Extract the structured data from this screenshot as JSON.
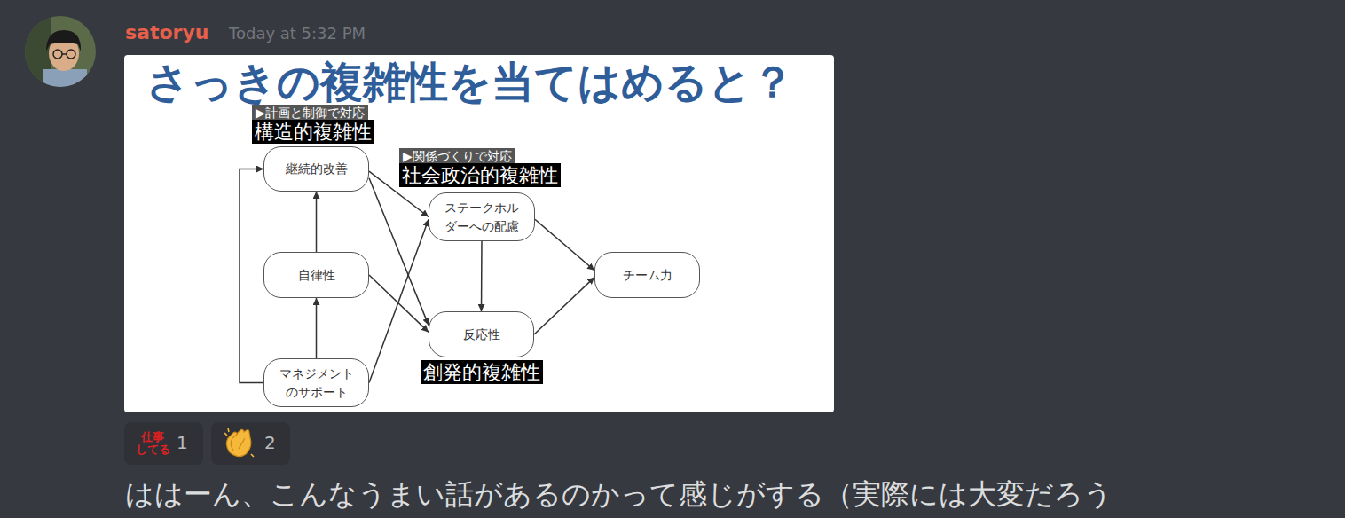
{
  "diagram": {
    "title": "さっきの複雑性を当てはめると？",
    "nodes": [
      {
        "text": [
          "継続的改善"
        ]
      },
      {
        "text": [
          "ステークホルダーへの配慮"
        ]
      },
      {
        "text": [
          "自律性"
        ]
      },
      {
        "text": [
          "チーム力"
        ]
      },
      {
        "text": [
          "反応性"
        ]
      },
      {
        "text": [
          "マネジメントのサポート"
        ]
      }
    ],
    "edges": [
      {
        "from": 0,
        "to": 1,
        "arrow": "to"
      },
      {
        "from": 0,
        "to": 4,
        "arrow": "to"
      },
      {
        "from": 2,
        "to": 0,
        "arrow": "to"
      },
      {
        "from": 2,
        "to": 4,
        "arrow": "to"
      },
      {
        "from": 5,
        "to": 2,
        "arrow": "to"
      },
      {
        "from": 5,
        "to": 0,
        "arrow": "to"
      },
      {
        "from": 5,
        "to": 1,
        "arrow": "to"
      },
      {
        "from": 1,
        "to": 4,
        "arrow": "to"
      },
      {
        "from": 1,
        "to": 3,
        "arrow": "to"
      },
      {
        "from": 4,
        "to": 3,
        "arrow": "to"
      }
    ],
    "labels": [
      "satoryu",
      "Today at 5:32 PM",
      "▶計画と制御で対応",
      "構造的複雑性",
      "▶関係づくりで対応",
      "社会政治的複雑性",
      "創発的複雑性",
      "仕事 してる",
      "1",
      "2",
      "ははーん、こんなうまい話があるのかって感じがする（実際には大変だろう"
    ]
  }
}
